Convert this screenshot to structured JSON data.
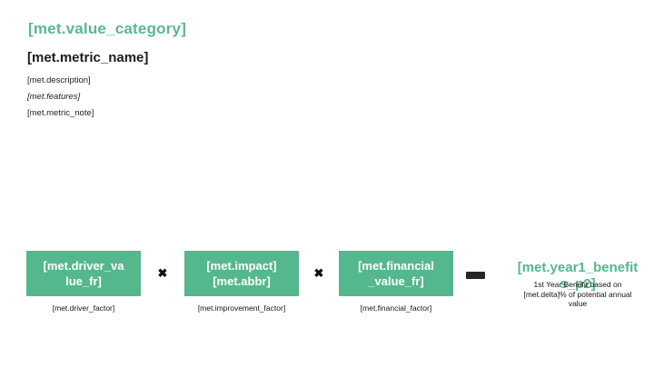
{
  "header": {
    "value_category": "[met.value_category]",
    "metric_name": "[met.metric_name]",
    "description": "[met.description]",
    "features": "[met.features]",
    "metric_note": "[met.metric_note]"
  },
  "formula": {
    "boxes": [
      {
        "lines": [
          "[met.driver_va",
          "lue_fr]"
        ],
        "caption": "[met.driver_factor]"
      },
      {
        "lines": [
          "[met.impact]",
          "[met.abbr]"
        ],
        "caption": "[met.improvement_factor]"
      },
      {
        "lines": [
          "[met.financial",
          "_value_fr]"
        ],
        "caption": "[met.financial_factor]"
      }
    ],
    "operators": {
      "multiply": "✖"
    },
    "result": {
      "lines": [
        "[met.year1_benefit",
        "s_p2]"
      ],
      "caption": "1st Year Benefit based on [met.delta]% of potential annual value"
    }
  },
  "colors": {
    "accent_teal": "#54b78d",
    "heading_teal": "#58b892",
    "text_dark": "#1e1e1e",
    "operator_black": "#262626",
    "background": "#ffffff"
  }
}
